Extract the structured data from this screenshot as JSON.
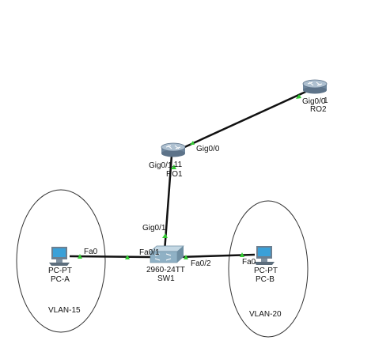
{
  "devices": {
    "ro2": {
      "name": "RO2",
      "port_label": "Gig0/0",
      "port_suffix": "1"
    },
    "ro1": {
      "name": "RO1",
      "port_top": "Gig0/0",
      "port_left": "Gig0/1",
      "port_left_suffix": ".11",
      "port_bottom": "Gig0/1"
    },
    "sw1": {
      "model": "2960-24TT",
      "name": "SW1",
      "port_left": "Fa0/1",
      "port_right": "Fa0/2"
    },
    "pc_a": {
      "model": "PC-PT",
      "name": "PC-A",
      "port": "Fa0"
    },
    "pc_b": {
      "model": "PC-PT",
      "name": "PC-B",
      "port": "Fa0"
    }
  },
  "vlans": {
    "left": {
      "label": "VLAN-15"
    },
    "right": {
      "label": "VLAN-20"
    }
  },
  "colors": {
    "link": "#111111",
    "port_up": "#33cc33",
    "router_body": "#7f97ae",
    "switch_body": "#8fb1c5",
    "pc_body": "#6c7f90",
    "pc_screen": "#3aa0d8"
  }
}
